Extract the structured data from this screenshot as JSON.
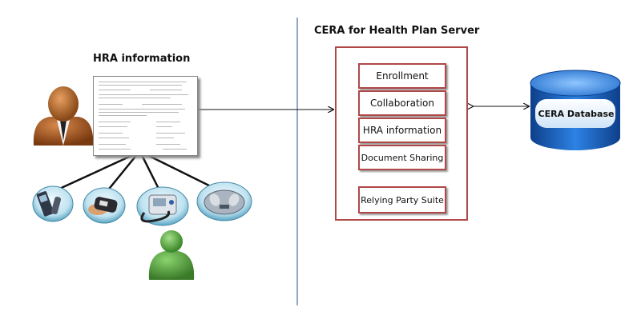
{
  "left_panel": {
    "title": "HRA information"
  },
  "right_panel": {
    "title": "CERA for Health Plan Server",
    "services": [
      {
        "label": "Enrollment"
      },
      {
        "label": "Collaboration"
      },
      {
        "label": "HRA information"
      },
      {
        "label": "Document Sharing"
      }
    ],
    "relying_party": {
      "label": "Relying Party Suite"
    }
  },
  "database": {
    "label": "CERA Database"
  },
  "icons": {
    "user": "person-icon",
    "form": "hra-form-document-icon",
    "devices": [
      "glucose-meter-icon",
      "pulse-oximeter-icon",
      "blood-pressure-monitor-icon",
      "weight-scale-icon"
    ],
    "patient": "green-person-icon",
    "database": "database-cylinder-icon"
  },
  "colors": {
    "box_border": "#b04848",
    "divider": "#8fa8c8",
    "database_blue": "#1f6fd1",
    "person_orange": "#b86a2a",
    "patient_green": "#5fb04a"
  }
}
